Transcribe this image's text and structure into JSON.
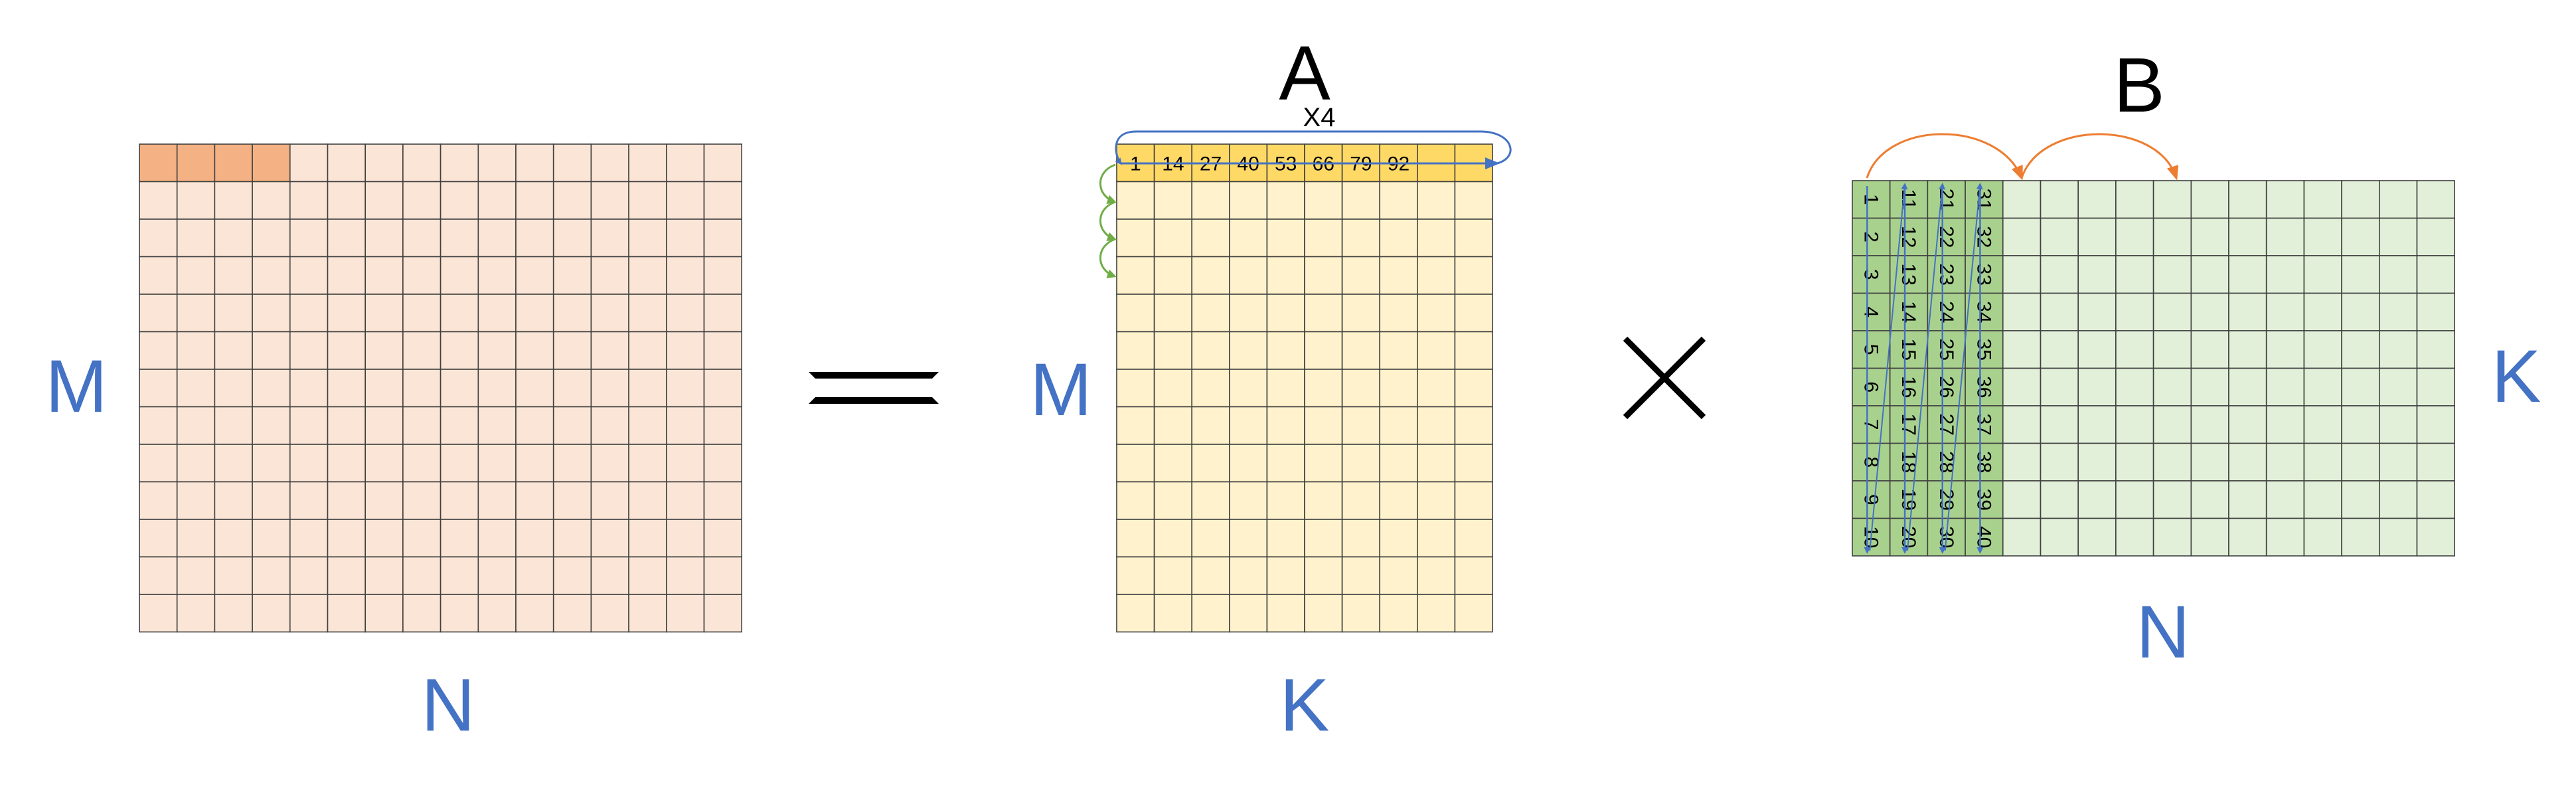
{
  "labels": {
    "c_rows": "M",
    "c_cols": "N",
    "a_rows": "M",
    "a_cols": "K",
    "a_title": "A",
    "a_repeat": "X4",
    "b_rows": "K",
    "b_cols": "N",
    "b_title": "B"
  },
  "a_row_values": [
    "1",
    "14",
    "27",
    "40",
    "53",
    "66",
    "79",
    "92"
  ],
  "b_columns": [
    [
      "1",
      "2",
      "3",
      "4",
      "5",
      "6",
      "7",
      "8",
      "9",
      "10"
    ],
    [
      "11",
      "12",
      "13",
      "14",
      "15",
      "16",
      "17",
      "18",
      "19",
      "20"
    ],
    [
      "21",
      "22",
      "23",
      "24",
      "25",
      "26",
      "27",
      "28",
      "29",
      "30"
    ],
    [
      "31",
      "32",
      "33",
      "34",
      "35",
      "36",
      "37",
      "38",
      "39",
      "40"
    ]
  ],
  "colors": {
    "c_fill": "#fbe5d6",
    "c_highlight": "#f4b183",
    "a_fill": "#fff2cc",
    "a_highlight": "#ffd966",
    "b_fill": "#e2f0d9",
    "b_highlight": "#a9d18e",
    "label_blue": "#4472c4",
    "arrow_blue": "#4472c4",
    "arrow_green": "#70ad47",
    "arrow_orange": "#ed7d31"
  }
}
